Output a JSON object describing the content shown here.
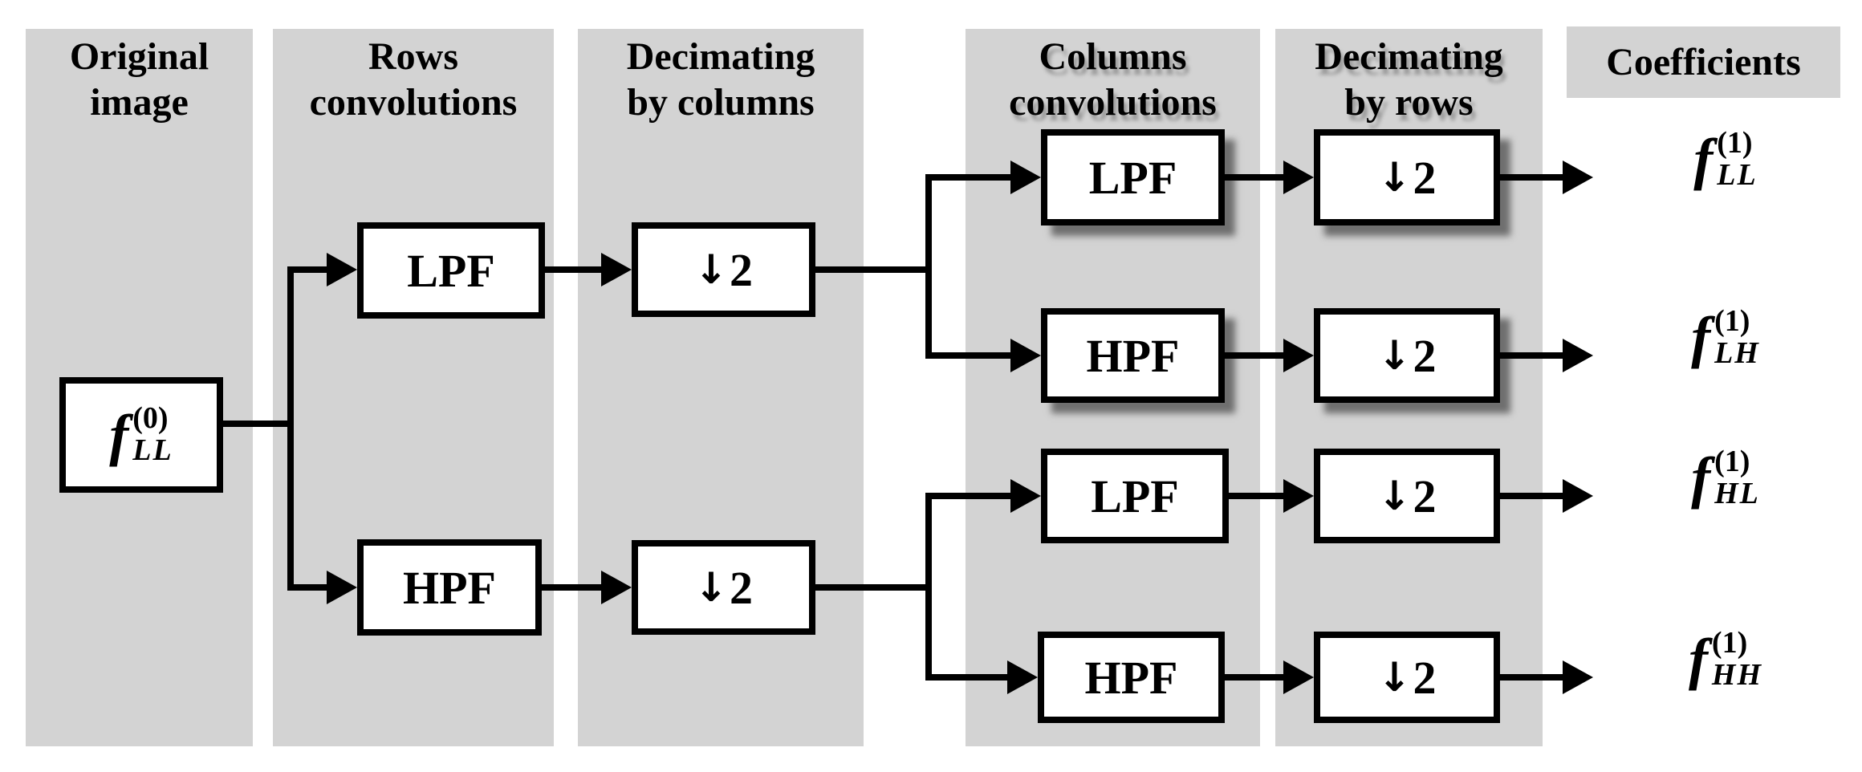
{
  "figure": {
    "description": "One-level 2D discrete wavelet transform filter bank diagram"
  },
  "columns": {
    "c1": {
      "line1": "Original",
      "line2": "image"
    },
    "c2": {
      "line1": "Rows",
      "line2": "convolutions"
    },
    "c3": {
      "line1": "Decimating",
      "line2": "by columns"
    },
    "c4": {
      "line1": "Columns",
      "line2": "convolutions"
    },
    "c5": {
      "line1": "Decimating",
      "line2": "by rows"
    },
    "c6": {
      "line1": "Coefficients"
    }
  },
  "nodes": {
    "lpf": "LPF",
    "hpf": "HPF",
    "downsample_arrow": "↓",
    "downsample_factor": "2"
  },
  "input": {
    "base": "f",
    "sup": "(0)",
    "sub": "LL"
  },
  "outputs": {
    "ll": {
      "base": "f",
      "sup": "(1)",
      "sub": "LL"
    },
    "lh": {
      "base": "f",
      "sup": "(1)",
      "sub": "LH"
    },
    "hl": {
      "base": "f",
      "sup": "(1)",
      "sub": "HL"
    },
    "hh": {
      "base": "f",
      "sup": "(1)",
      "sub": "HH"
    }
  },
  "colors": {
    "panel": "#d3d3d3",
    "box_fill": "#ffffff",
    "line": "#000000",
    "shadow": "#6f6f6f",
    "background": "#ffffff"
  }
}
